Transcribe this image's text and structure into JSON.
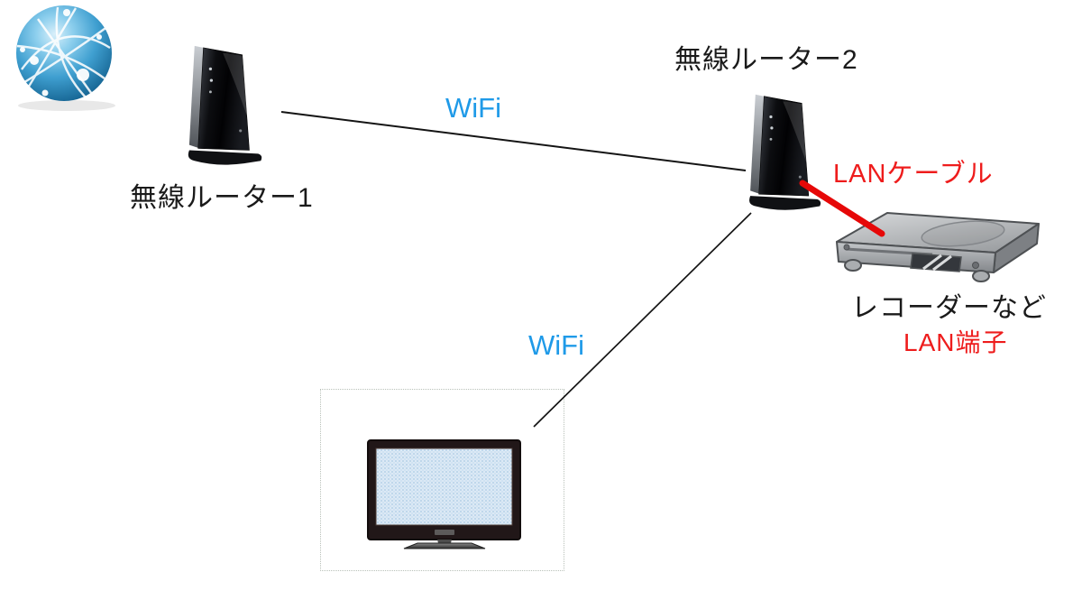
{
  "diagram": {
    "nodes": {
      "internet": {
        "icon": "globe-network-icon"
      },
      "router1": {
        "label": "無線ルーター1",
        "type": "wireless-router"
      },
      "router2": {
        "label": "無線ルーター2",
        "type": "wireless-router"
      },
      "recorder": {
        "label": "レコーダーなど",
        "port_label": "LAN端子",
        "type": "recorder"
      },
      "tv": {
        "type": "television"
      }
    },
    "links": [
      {
        "from": "router1",
        "to": "router2",
        "label": "WiFi",
        "type": "wifi"
      },
      {
        "from": "router2",
        "to": "tv",
        "label": "WiFi",
        "type": "wifi"
      },
      {
        "from": "router2",
        "to": "recorder",
        "label": "LANケーブル",
        "type": "lan-cable"
      }
    ],
    "colors": {
      "wifi_label": "#1f9ae8",
      "lan_label": "#ee1c1c",
      "lan_cable_line": "#e60808",
      "wifi_line": "#141414"
    }
  }
}
